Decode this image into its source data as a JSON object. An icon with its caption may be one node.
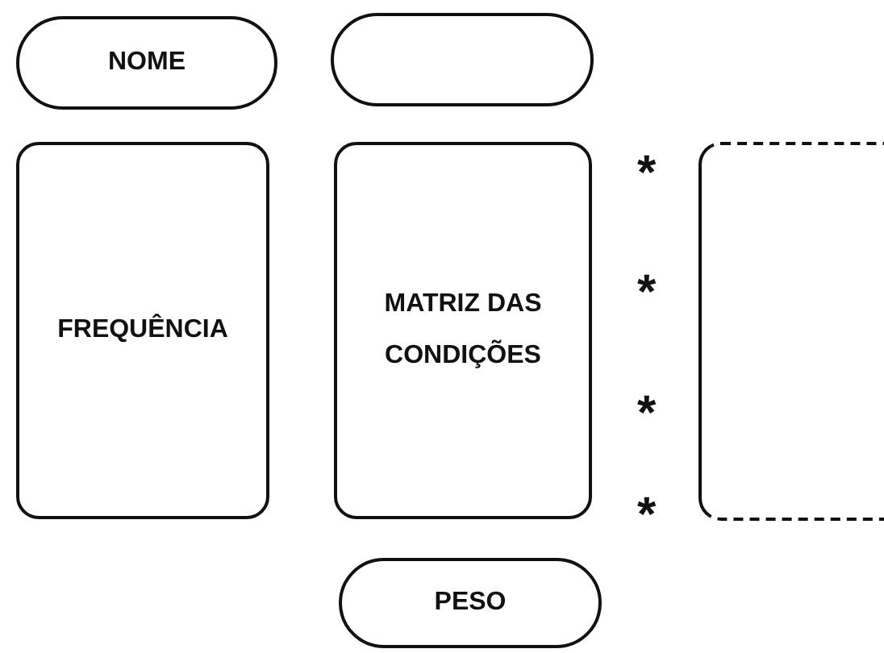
{
  "diagram": {
    "nodes": [
      {
        "text": [
          "NOME"
        ]
      },
      {
        "text": [],
        "shape": "pill"
      },
      {
        "text": [
          "FREQUÊNCIA"
        ]
      },
      {
        "text": [
          "MATRIZ DAS CONDIÇÕES"
        ]
      },
      {
        "text": [],
        "shape": "box"
      },
      {
        "text": [
          "PESO"
        ]
      }
    ],
    "edges": [],
    "labels": [
      "*",
      "*",
      "*",
      "*"
    ]
  }
}
